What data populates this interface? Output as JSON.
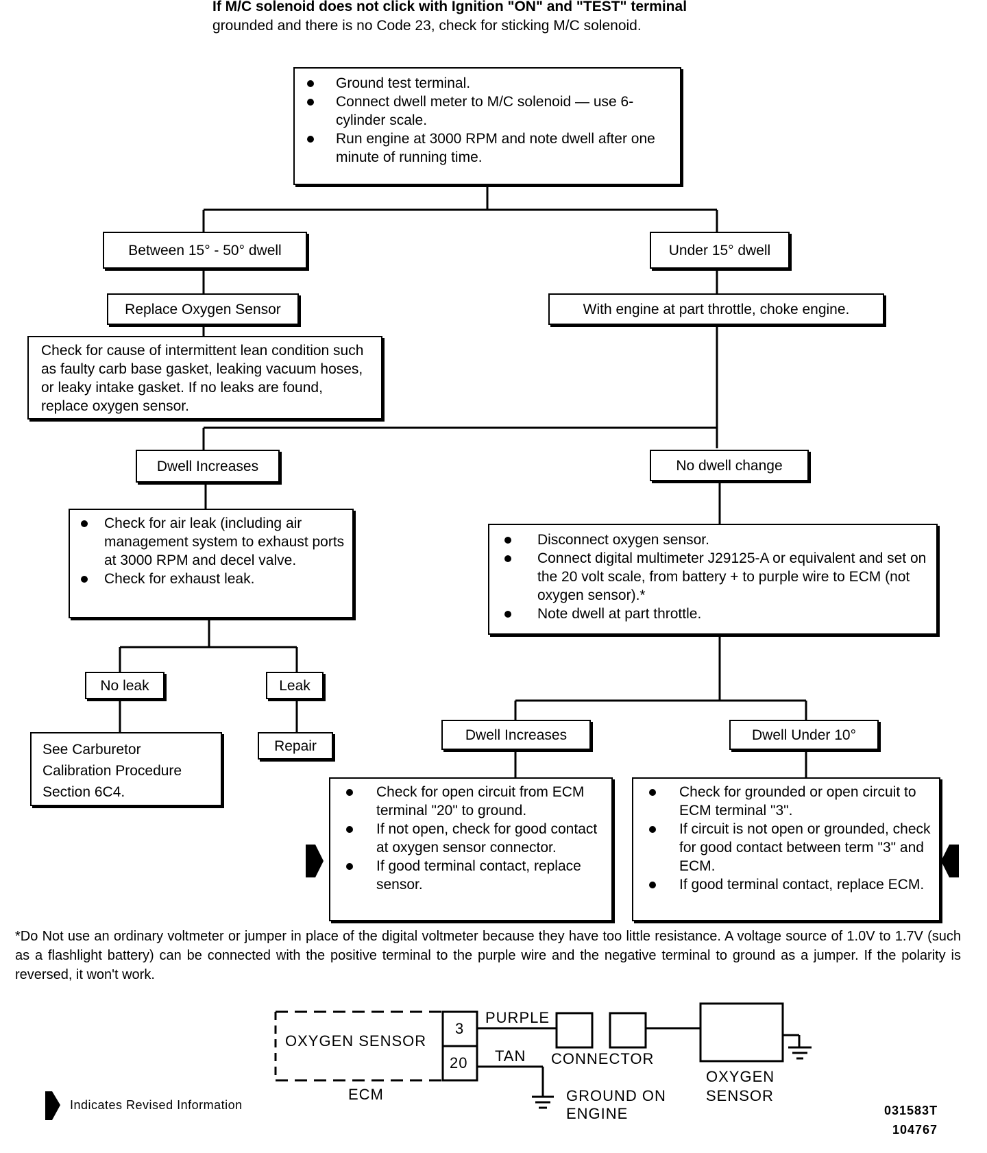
{
  "header": {
    "line1": "If M/C solenoid does not click with Ignition \"ON\" and \"TEST\" terminal",
    "line2": "grounded and there is no Code 23, check for sticking M/C solenoid."
  },
  "top_box": {
    "items": [
      "Ground test terminal.",
      "Connect dwell meter to M/C solenoid — use 6-cylinder scale.",
      "Run engine at 3000 RPM and note dwell after one minute of running time."
    ]
  },
  "between_dwell": "Between 15° - 50° dwell",
  "under_15_dwell": "Under 15° dwell",
  "replace_o2": "Replace Oxygen Sensor",
  "lean_check": "Check for cause of intermittent lean condition such as faulty carb base gasket, leaking vacuum hoses, or leaky intake gasket. If no leaks are found, replace oxygen sensor.",
  "choke_engine": "With engine at part throttle, choke engine.",
  "dwell_increases_left": "Dwell Increases",
  "no_dwell_change": "No dwell change",
  "air_leak_box": {
    "items": [
      "Check for air leak (including air management system to exhaust ports at 3000 RPM and decel valve.",
      "Check for exhaust leak."
    ]
  },
  "multimeter_box": {
    "items": [
      "Disconnect oxygen sensor.",
      "Connect digital multimeter J29125-A or equivalent and set on the 20 volt scale, from battery + to purple wire to ECM (not oxygen sensor).*",
      "Note dwell at part throttle."
    ]
  },
  "no_leak": "No leak",
  "leak": "Leak",
  "carb_calibration": "See Carburetor Calibration Procedure Section 6C4.",
  "repair": "Repair",
  "dwell_increases_right": "Dwell Increases",
  "dwell_under_10": "Dwell Under 10°",
  "open_circuit_box": {
    "items": [
      "Check for open circuit from ECM terminal \"20\" to ground.",
      "If not open, check for good contact at oxygen sensor connector.",
      "If good terminal contact, replace sensor."
    ]
  },
  "grounded_box": {
    "items": [
      "Check for grounded or open circuit to ECM terminal \"3\".",
      "If circuit is not open or grounded, check for good contact between term \"3\" and ECM.",
      "If good terminal contact, replace ECM."
    ]
  },
  "footnote": "*Do Not use an ordinary voltmeter or jumper in place of the digital voltmeter because they have too little resistance. A voltage source of 1.0V to 1.7V (such as a flashlight battery) can be connected with the positive terminal to the purple wire and the negative terminal to ground as a jumper. If the polarity is reversed, it won't work.",
  "wiring": {
    "oxygen_sensor_label": "OXYGEN SENSOR",
    "ecm_label": "ECM",
    "terminal_3": "3",
    "terminal_20": "20",
    "purple": "PURPLE",
    "tan": "TAN",
    "connector": "CONNECTOR",
    "ground_line1": "GROUND ON",
    "ground_line2": "ENGINE",
    "sensor_line1": "OXYGEN",
    "sensor_line2": "SENSOR"
  },
  "legend": "Indicates Revised Information",
  "codes": {
    "code1": "031583T",
    "code2": "104767"
  }
}
